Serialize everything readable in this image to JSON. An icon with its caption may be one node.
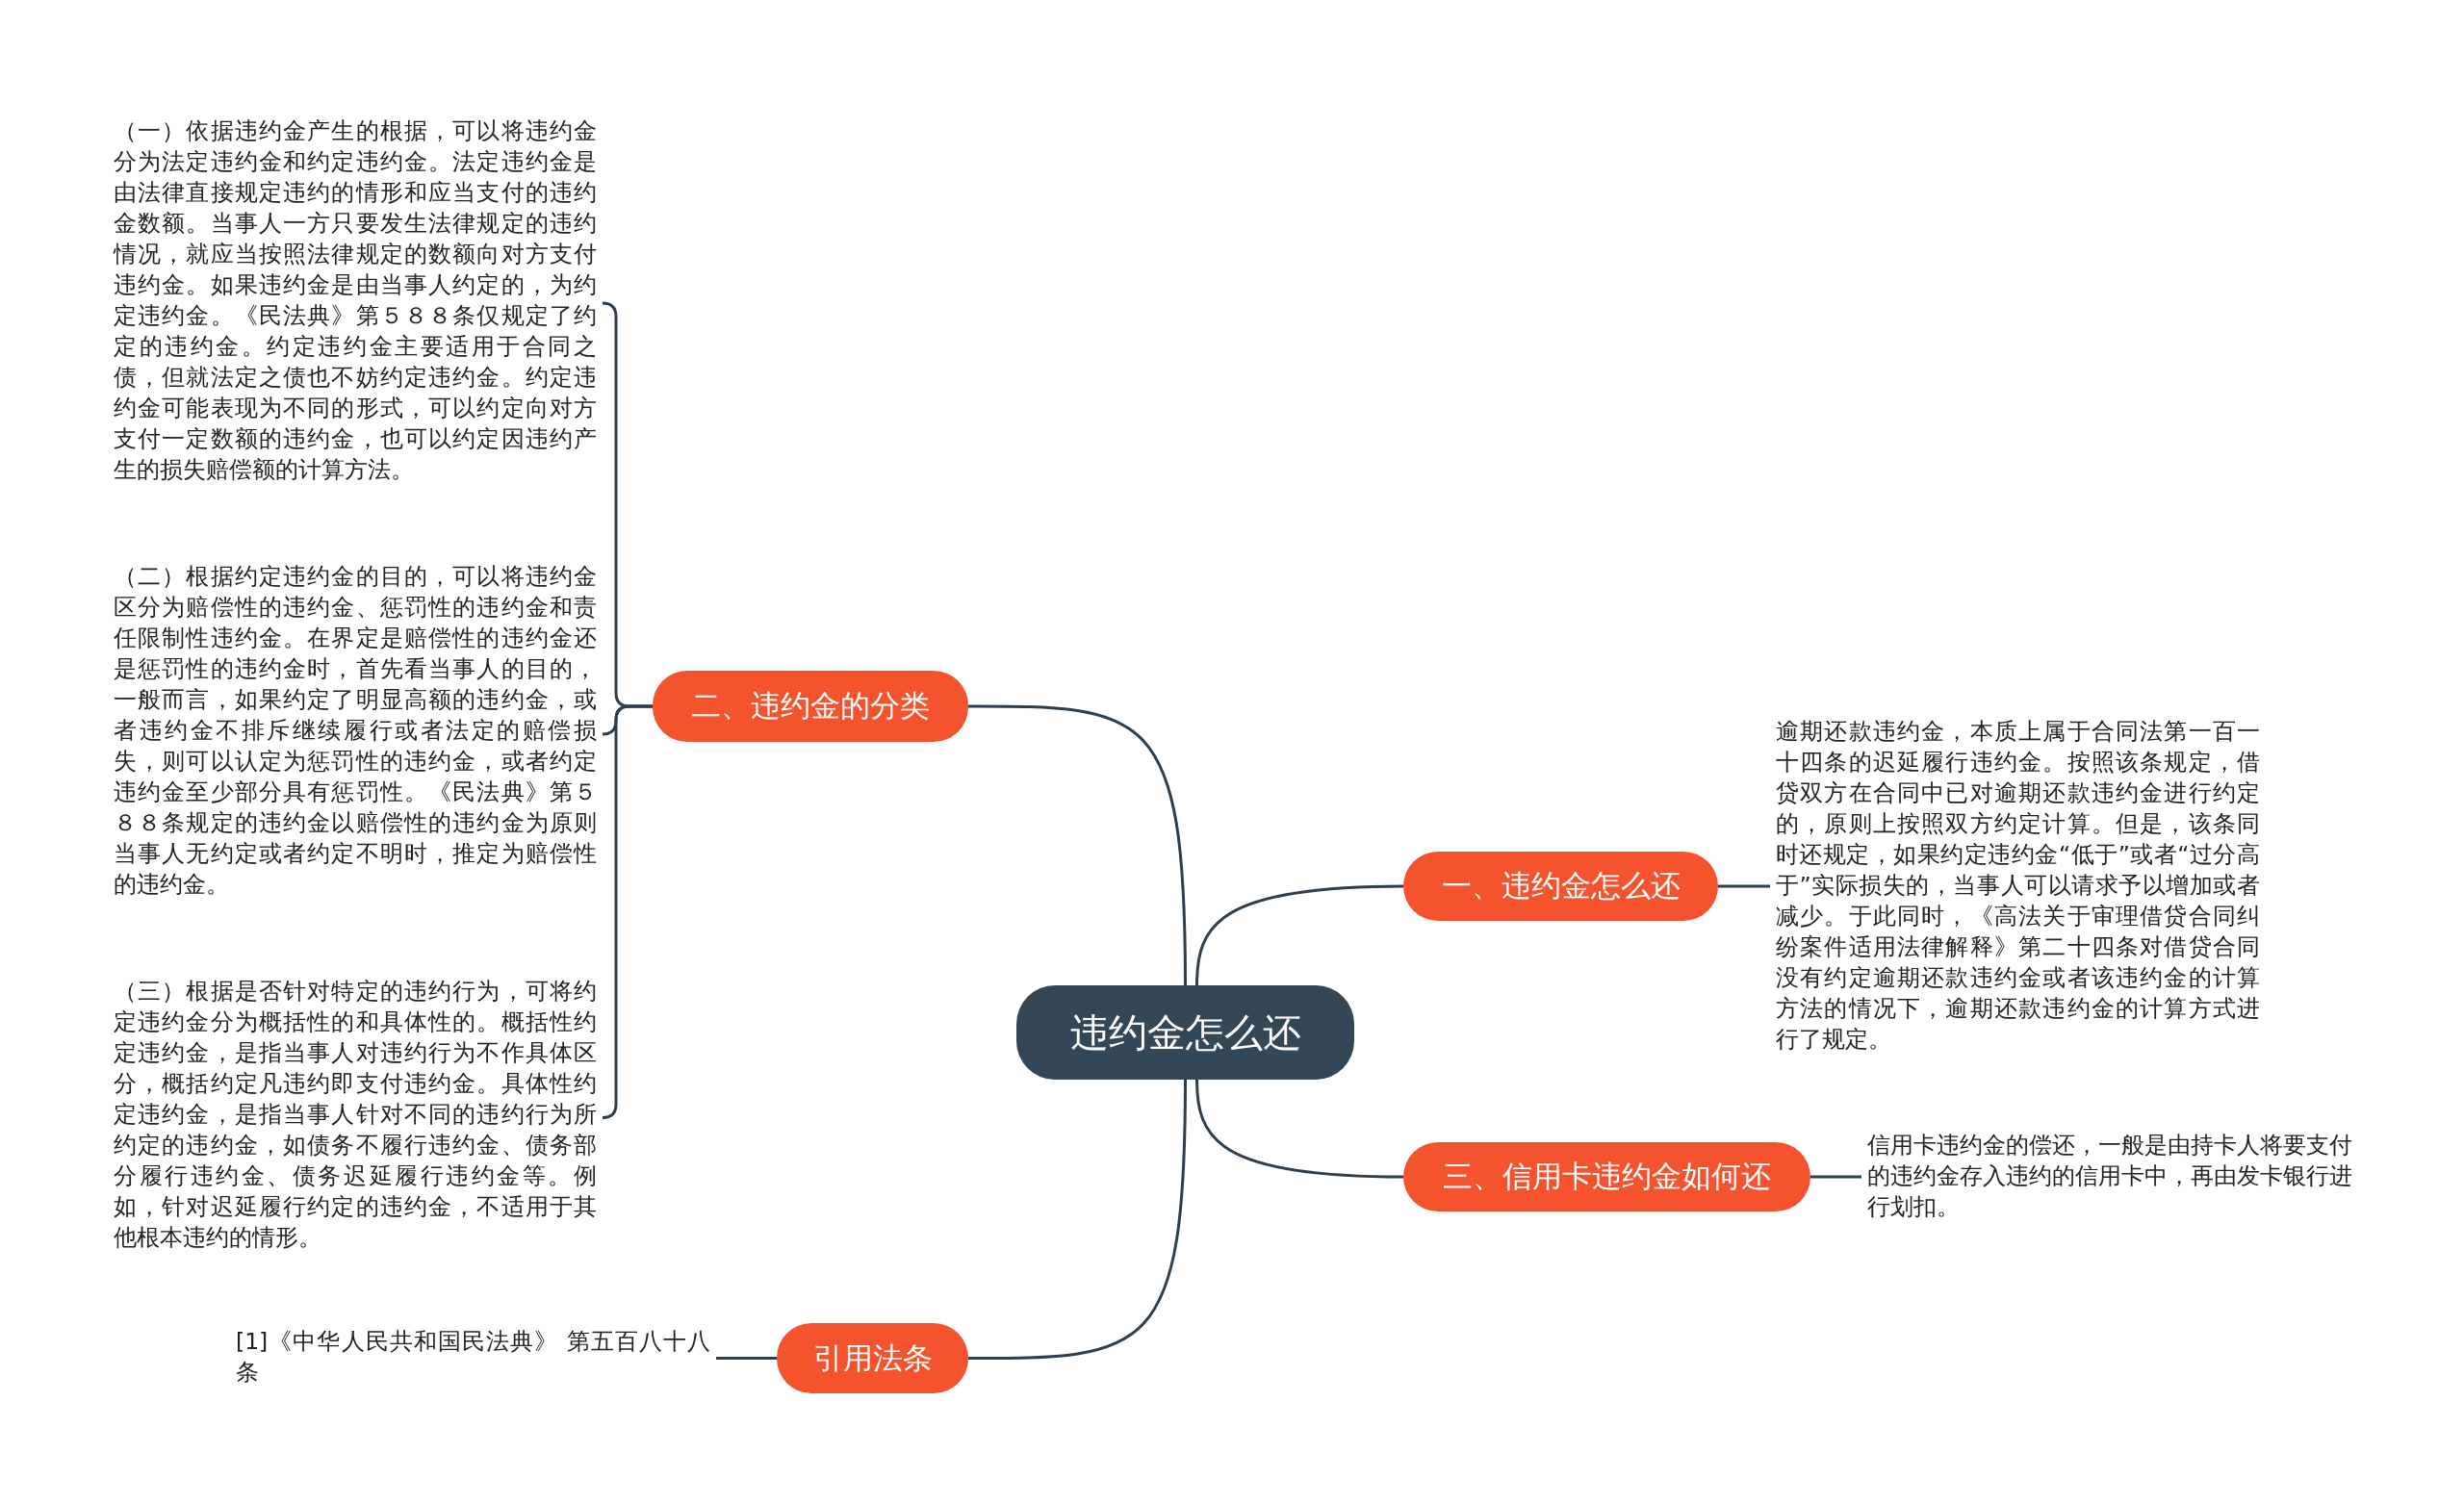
{
  "diagram": {
    "nodes": [
      {
        "text": [
          "违约金怎么还"
        ]
      },
      {
        "text": [
          "一、违约金怎么还"
        ]
      },
      {
        "text": [
          "逾期还款违约金，本质上属于合同法第一百一十四条的迟延履行违约金。按照该条规定，借贷双方在合同中已对逾期还款违约金进行约定的，原则上按照双方约定计算。但是，该条同时还规定，如果约定违约金“低于”或者“过分高于”实际损失的，当事人可以请求予以增加或者减少。于此同时，《高法关于审理借贷合同纠纷案件适用法律解释》第二十四条对借贷合同没有约定逾期还款违约金或者该违约金的计算方法的情况下，逾期还款违约金的计算方式进行了规定。"
        ]
      },
      {
        "text": [
          "二、违约金的分类"
        ]
      },
      {
        "text": [
          "（一）依据违约金产生的根据，可以将违约金分为法定违约金和约定违约金。法定违约金是由法律直接规定违约的情形和应当支付的违约金数额。当事人一方只要发生法律规定的违约情况，就应当按照法律规定的数额向对方支付违约金。如果违约金是由当事人约定的，为约定违约金。《民法典》第５８８条仅规定了约定的违约金。约定违约金主要适用于合同之债，但就法定之债也不妨约定违约金。约定违约金可能表现为不同的形式，可以约定向对方支付一定数额的违约金，也可以约定因违约产生的损失赔偿额的计算方法。"
        ]
      },
      {
        "text": [
          "（二）根据约定违约金的目的，可以将违约金区分为赔偿性的违约金、惩罚性的违约金和责任限制性违约金。在界定是赔偿性的违约金还是惩罚性的违约金时，首先看当事人的目的，一般而言，如果约定了明显高额的违约金，或者违约金不排斥继续履行或者法定的赔偿损失，则可以认定为惩罚性的违约金，或者约定违约金至少部分具有惩罚性。《民法典》第５８８条规定的违约金以赔偿性的违约金为原则当事人无约定或者约定不明时，推定为赔偿性的违约金。"
        ]
      },
      {
        "text": [
          "（三）根据是否针对特定的违约行为，可将约定违约金分为概括性的和具体性的。概括性约定违约金，是指当事人对违约行为不作具体区分，概括约定凡违约即支付违约金。具体性约定违约金，是指当事人针对不同的违约行为所约定的违约金，如债务不履行违约金、债务部分履行违约金、债务迟延履行违约金等。例如，针对迟延履行约定的违约金，不适用于其他根本违约的情形。"
        ]
      },
      {
        "text": [
          "三、信用卡违约金如何还"
        ]
      },
      {
        "text": [
          "信用卡违约金的偿还，一般是由持卡人将要支付的违约金存入违约的信用卡中，再由发卡银行进行划扣。"
        ]
      },
      {
        "text": [
          "引用法条"
        ]
      },
      {
        "text": [
          "[1]《中华人民共和国民法典》 第五百八十八条"
        ]
      }
    ],
    "edges": [
      {
        "from": 0,
        "to": 1,
        "arrow": "none"
      },
      {
        "from": 1,
        "to": 2,
        "arrow": "none"
      },
      {
        "from": 0,
        "to": 3,
        "arrow": "none"
      },
      {
        "from": 3,
        "to": 4,
        "arrow": "none"
      },
      {
        "from": 3,
        "to": 5,
        "arrow": "none"
      },
      {
        "from": 3,
        "to": 6,
        "arrow": "none"
      },
      {
        "from": 0,
        "to": 7,
        "arrow": "none"
      },
      {
        "from": 7,
        "to": 8,
        "arrow": "none"
      },
      {
        "from": 0,
        "to": 9,
        "arrow": "none"
      },
      {
        "from": 9,
        "to": 10,
        "arrow": "none"
      }
    ]
  }
}
